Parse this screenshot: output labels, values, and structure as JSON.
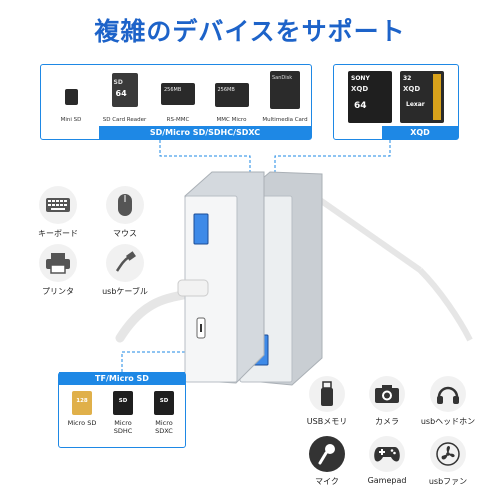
{
  "title": "複雑のデバイスをサポート",
  "sd_panel": {
    "banner": "SD/Micro SD/SDHC/SDXC",
    "cards": [
      {
        "caption": "Mini SD"
      },
      {
        "caption": "SD Card Reader",
        "label": "SD",
        "capacity": "64"
      },
      {
        "caption": "RS-MMC",
        "label": "256MB"
      },
      {
        "caption": "MMC Micro",
        "label": "256MB"
      },
      {
        "caption": "Multimedia Card",
        "label": "SanDisk"
      }
    ]
  },
  "xqd_panel": {
    "banner": "XQD",
    "cards": [
      {
        "brand": "SONY",
        "text": "XQD",
        "capacity": "64"
      },
      {
        "brand": "32",
        "text": "XQD",
        "capacity": "Lexar"
      }
    ]
  },
  "left_devices": [
    {
      "caption": "キーボード",
      "icon": "keyboard-icon"
    },
    {
      "caption": "マウス",
      "icon": "mouse-icon"
    },
    {
      "caption": "プリンタ",
      "icon": "printer-icon"
    },
    {
      "caption": "usbケーブル",
      "icon": "usb-cable-icon"
    }
  ],
  "tf_panel": {
    "banner": "TF/Micro SD",
    "cards": [
      {
        "caption": "Micro SD",
        "text": "128",
        "style": "gold"
      },
      {
        "caption": "Micro\nSDHC",
        "text": "SD",
        "style": "dark"
      },
      {
        "caption": "Micro\nSDXC",
        "text": "SD",
        "style": "dark"
      }
    ]
  },
  "right_devices": [
    {
      "caption": "USBメモリ",
      "icon": "usb-stick-icon"
    },
    {
      "caption": "カメラ",
      "icon": "camera-icon"
    },
    {
      "caption": "usbヘッドホン",
      "icon": "headphones-icon"
    },
    {
      "caption": "マイク",
      "icon": "microphone-icon"
    },
    {
      "caption": "Gamepad",
      "icon": "gamepad-icon"
    },
    {
      "caption": "usbファン",
      "icon": "fan-icon"
    }
  ],
  "colors": {
    "accent": "#1e88e5",
    "title": "#1d63c9",
    "device_body": "#d9dde1"
  }
}
